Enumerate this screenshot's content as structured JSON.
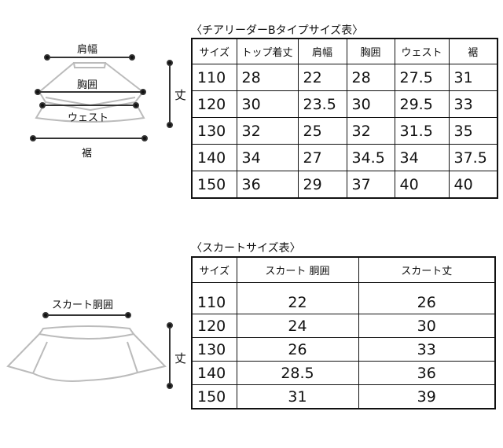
{
  "top_chart": {
    "title": "〈チアリーダーBタイプサイズ表〉",
    "headers": [
      "サイズ",
      "トップ着丈",
      "肩幅",
      "胸囲",
      "ウェスト",
      "裾"
    ],
    "rows": [
      [
        "110",
        "28",
        "22",
        "28",
        "27.5",
        "31"
      ],
      [
        "120",
        "30",
        "23.5",
        "30",
        "29.5",
        "33"
      ],
      [
        "130",
        "32",
        "25",
        "32",
        "31.5",
        "35"
      ],
      [
        "140",
        "34",
        "27",
        "34.5",
        "34",
        "37.5"
      ],
      [
        "150",
        "36",
        "29",
        "37",
        "40",
        "40"
      ]
    ]
  },
  "top_diagram": {
    "shoulder": "肩幅",
    "chest": "胸囲",
    "waist": "ウェスト",
    "hem": "裾",
    "length": "丈"
  },
  "skirt_chart": {
    "title": "〈スカートサイズ表〉",
    "headers": [
      "サイズ",
      "スカート 胴囲",
      "スカート丈"
    ],
    "rows": [
      [
        "110",
        "22",
        "26"
      ],
      [
        "120",
        "24",
        "30"
      ],
      [
        "130",
        "26",
        "33"
      ],
      [
        "140",
        "28.5",
        "36"
      ],
      [
        "150",
        "31",
        "39"
      ]
    ]
  },
  "skirt_diagram": {
    "waist": "スカート胴囲",
    "length": "丈"
  }
}
